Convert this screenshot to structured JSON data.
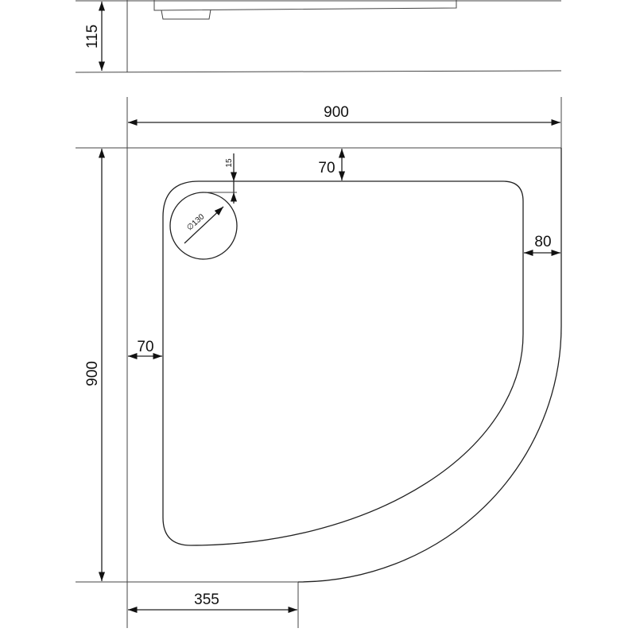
{
  "side_view": {
    "height_label": "115"
  },
  "plan_view": {
    "width_label": "900",
    "depth_label": "900",
    "top_rim_label": "70",
    "left_rim_label": "70",
    "right_rim_label": "80",
    "straight_edge_label": "355",
    "drain_offset_label": "15",
    "drain_diameter_label": "∅130"
  }
}
